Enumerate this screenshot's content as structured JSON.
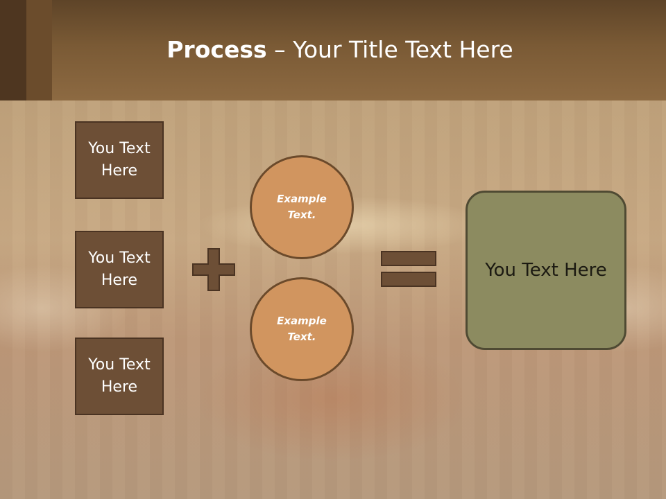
{
  "title": {
    "bold": "Process",
    "rest": " – Your Title Text Here"
  },
  "inputs": [
    {
      "label": "You Text\nHere"
    },
    {
      "label": "You Text\nHere"
    },
    {
      "label": "You Text\nHere"
    }
  ],
  "circles": [
    {
      "label": "Example\nText."
    },
    {
      "label": "Example\nText."
    }
  ],
  "operators": {
    "plus": "plus-icon",
    "equals": "equals-icon"
  },
  "result": {
    "label": "You Text Here"
  },
  "colors": {
    "box_fill": "#6d4f36",
    "circle_fill": "#d1955f",
    "operator": "#6d4f36",
    "result_fill": "#8c8b60",
    "header": "#7a5a35"
  }
}
